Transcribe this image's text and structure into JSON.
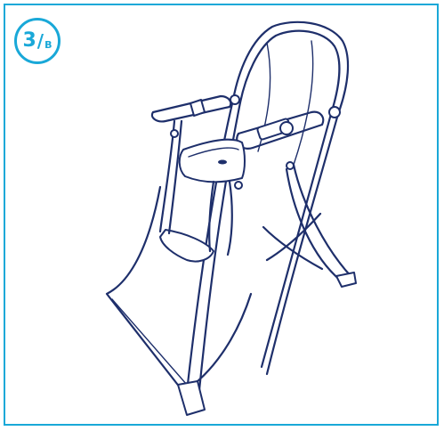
{
  "badge": {
    "number": "3",
    "slash": "/",
    "sub": "B",
    "color": "#19a8d8"
  },
  "illustration": {
    "subject": "folding-high-chair",
    "line_color": "#1e2f6b"
  }
}
